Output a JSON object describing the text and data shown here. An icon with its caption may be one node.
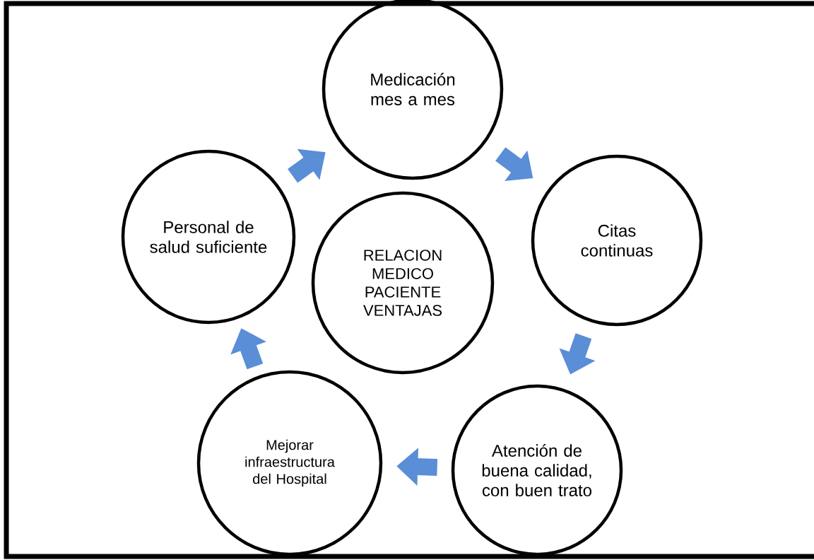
{
  "diagram": {
    "nodes": [
      {
        "text": [
          "Medicación mes a mes"
        ]
      },
      {
        "text": [
          "Personal de salud suficiente"
        ]
      },
      {
        "text": [
          "Citas continuas"
        ]
      },
      {
        "text": [
          "RELACION MEDICO PACIENTE VENTAJAS"
        ]
      },
      {
        "text": [
          "Mejorar infraestructura del Hospital"
        ]
      },
      {
        "text": [
          "Atención de buena calidad, con buen trato"
        ]
      }
    ],
    "edges": [
      {
        "from": 1,
        "to": 0,
        "arrow": "to"
      },
      {
        "from": 0,
        "to": 2,
        "arrow": "to"
      },
      {
        "from": 2,
        "to": 5,
        "arrow": "to"
      },
      {
        "from": 5,
        "to": 4,
        "arrow": "to"
      },
      {
        "from": 4,
        "to": 1,
        "arrow": "to"
      }
    ]
  }
}
